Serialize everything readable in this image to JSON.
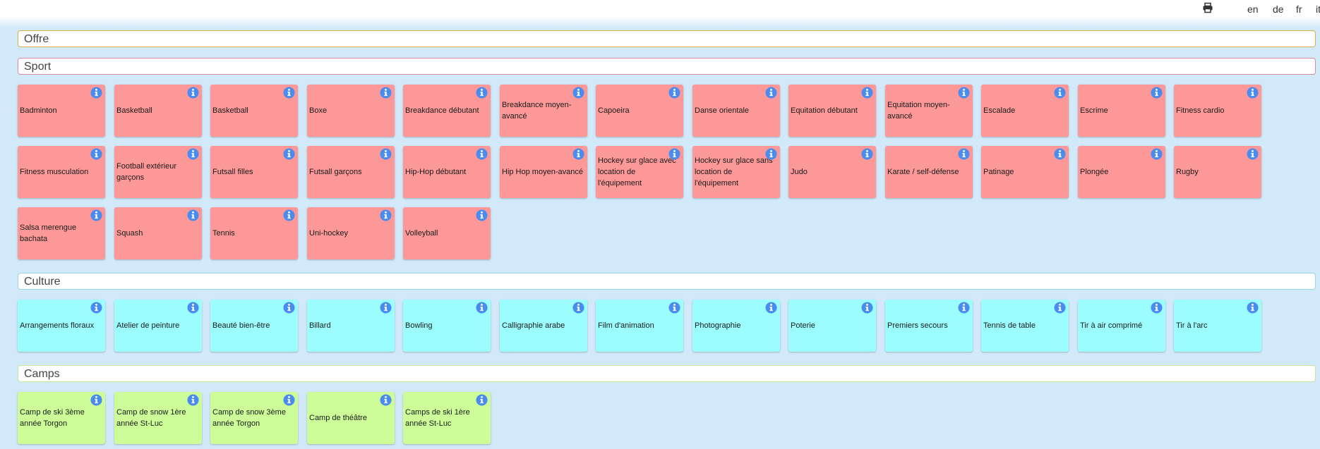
{
  "topbar": {
    "print_icon": "print-icon",
    "languages": [
      "en",
      "de",
      "fr",
      "it"
    ]
  },
  "sections": {
    "offre": {
      "title": "Offre"
    },
    "sport": {
      "title": "Sport"
    },
    "culture": {
      "title": "Culture"
    },
    "camps": {
      "title": "Camps"
    }
  },
  "colors": {
    "sport_tile": "#fd9899",
    "culture_tile": "#9bfdfd",
    "camps_tile": "#ccfd99",
    "info_icon": "#4a8bef",
    "page_background": "#d2e9fa"
  },
  "tiles": {
    "icon": "info-icon",
    "sport": [
      "Badminton",
      "Basketball",
      "Basketball",
      "Boxe",
      "Breakdance débutant",
      "Breakdance moyen-avancé",
      "Capoeira",
      "Danse orientale",
      "Equitation débutant",
      "Equitation moyen-avancé",
      "Escalade",
      "Escrime",
      "Fitness cardio",
      "Fitness musculation",
      "Football extérieur garçons",
      "Futsall filles",
      "Futsall garçons",
      "Hip-Hop débutant",
      "Hip Hop moyen-avancé",
      "Hockey sur glace avec location de l'équipement",
      "Hockey sur glace sans location de l'équipement",
      "Judo",
      "Karate / self-défense",
      "Patinage",
      "Plongée",
      "Rugby",
      "Salsa merengue bachata",
      "Squash",
      "Tennis",
      "Uni-hockey",
      "Volleyball"
    ],
    "culture": [
      "Arrangements floraux",
      "Atelier de peinture",
      "Beauté bien-être",
      "Billard",
      "Bowling",
      "Calligraphie arabe",
      "Film d'animation",
      "Photographie",
      "Poterie",
      "Premiers secours",
      "Tennis de table",
      "Tir à air comprimé",
      "Tir à l'arc"
    ],
    "camps": [
      "Camp de ski 3ème année Torgon",
      "Camp de snow 1ère année St-Luc",
      "Camp de snow 3ème année Torgon",
      "Camp de théâtre",
      "Camps de ski 1ère année St-Luc"
    ]
  }
}
